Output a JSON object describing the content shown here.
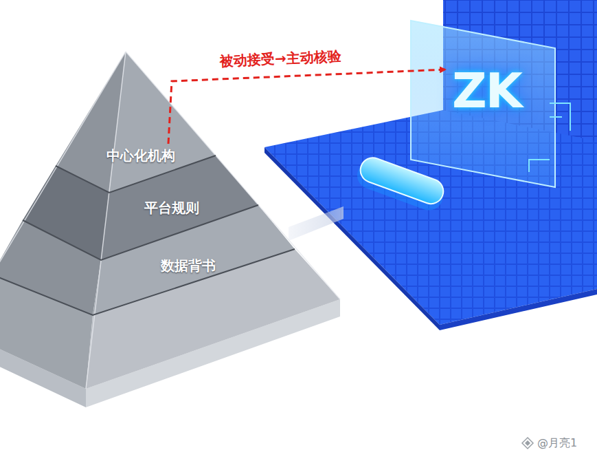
{
  "diagram": {
    "nodes": [
      {
        "text": [
          "中心化机构"
        ]
      },
      {
        "text": [
          "平台规则"
        ]
      },
      {
        "text": [
          "数据背书"
        ]
      },
      {
        "text": [
          "ZK"
        ]
      }
    ],
    "edges": [
      {
        "from": 0,
        "to": 3,
        "arrow": "to",
        "label": "被动接受→主动核验"
      }
    ],
    "labels": [
      "@月亮1"
    ]
  }
}
